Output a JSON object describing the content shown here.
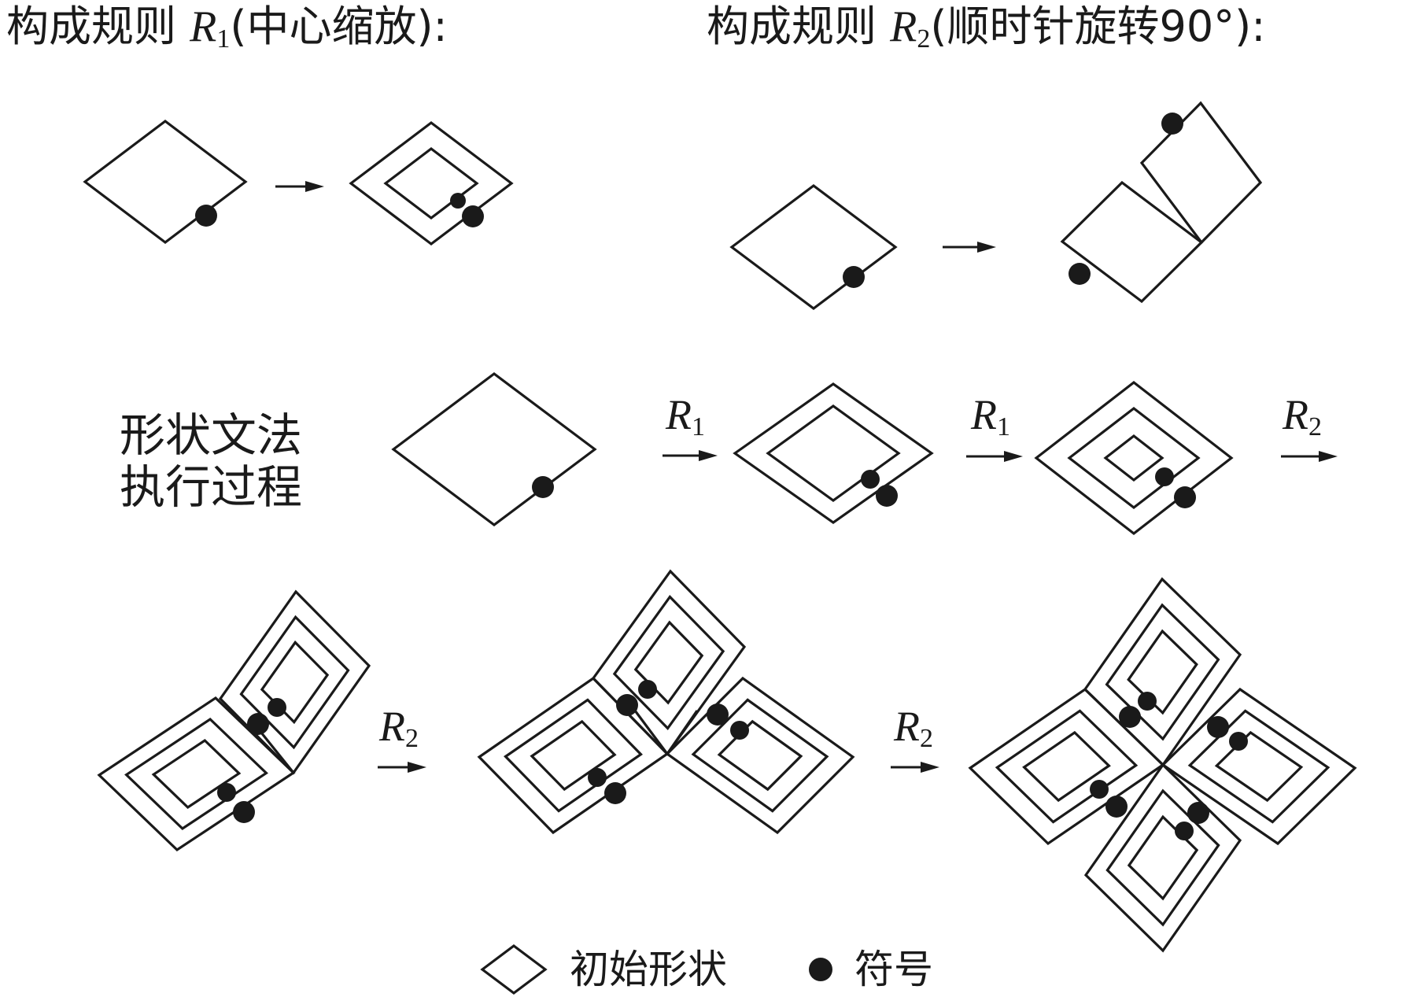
{
  "rule1": {
    "prefix": "构成规则 ",
    "symbol": "R",
    "sub": "1",
    "suffix": "(中心缩放):"
  },
  "rule2": {
    "prefix": "构成规则 ",
    "symbol": "R",
    "sub": "2",
    "suffix": "(顺时针旋转90°):"
  },
  "process_label": "形状文法执行过程",
  "steps": [
    {
      "symbol": "R",
      "sub": "1"
    },
    {
      "symbol": "R",
      "sub": "1"
    },
    {
      "symbol": "R",
      "sub": "2"
    },
    {
      "symbol": "R",
      "sub": "2"
    },
    {
      "symbol": "R",
      "sub": "2"
    }
  ],
  "legend": {
    "shape_label": "初始形状",
    "marker_label": "符号"
  },
  "colors": {
    "stroke": "#1a1a1a",
    "background": "#ffffff"
  }
}
